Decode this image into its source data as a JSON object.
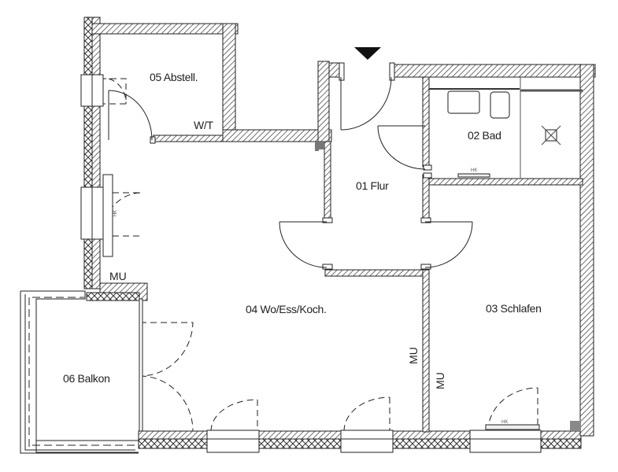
{
  "floorplan": {
    "rooms": [
      {
        "id": "01",
        "label": "01 Flur"
      },
      {
        "id": "02",
        "label": "02 Bad"
      },
      {
        "id": "03",
        "label": "03 Schlafen"
      },
      {
        "id": "04",
        "label": "04 Wo/Ess/Koch."
      },
      {
        "id": "05",
        "label": "05 Abstell."
      },
      {
        "id": "06",
        "label": "06 Balkon"
      }
    ],
    "annotations": {
      "wt": "W/T",
      "mu_balcony": "MU",
      "mu_wall_left": "MU",
      "mu_wall_right": "MU",
      "hk_bath": "HK",
      "hk_living": "HK",
      "hk_bedroom": "HK"
    },
    "entrance_marker": "entrance-arrow",
    "colors": {
      "wall": "#222222",
      "hatch": "#333333",
      "background": "#ffffff",
      "text": "#222222"
    }
  }
}
